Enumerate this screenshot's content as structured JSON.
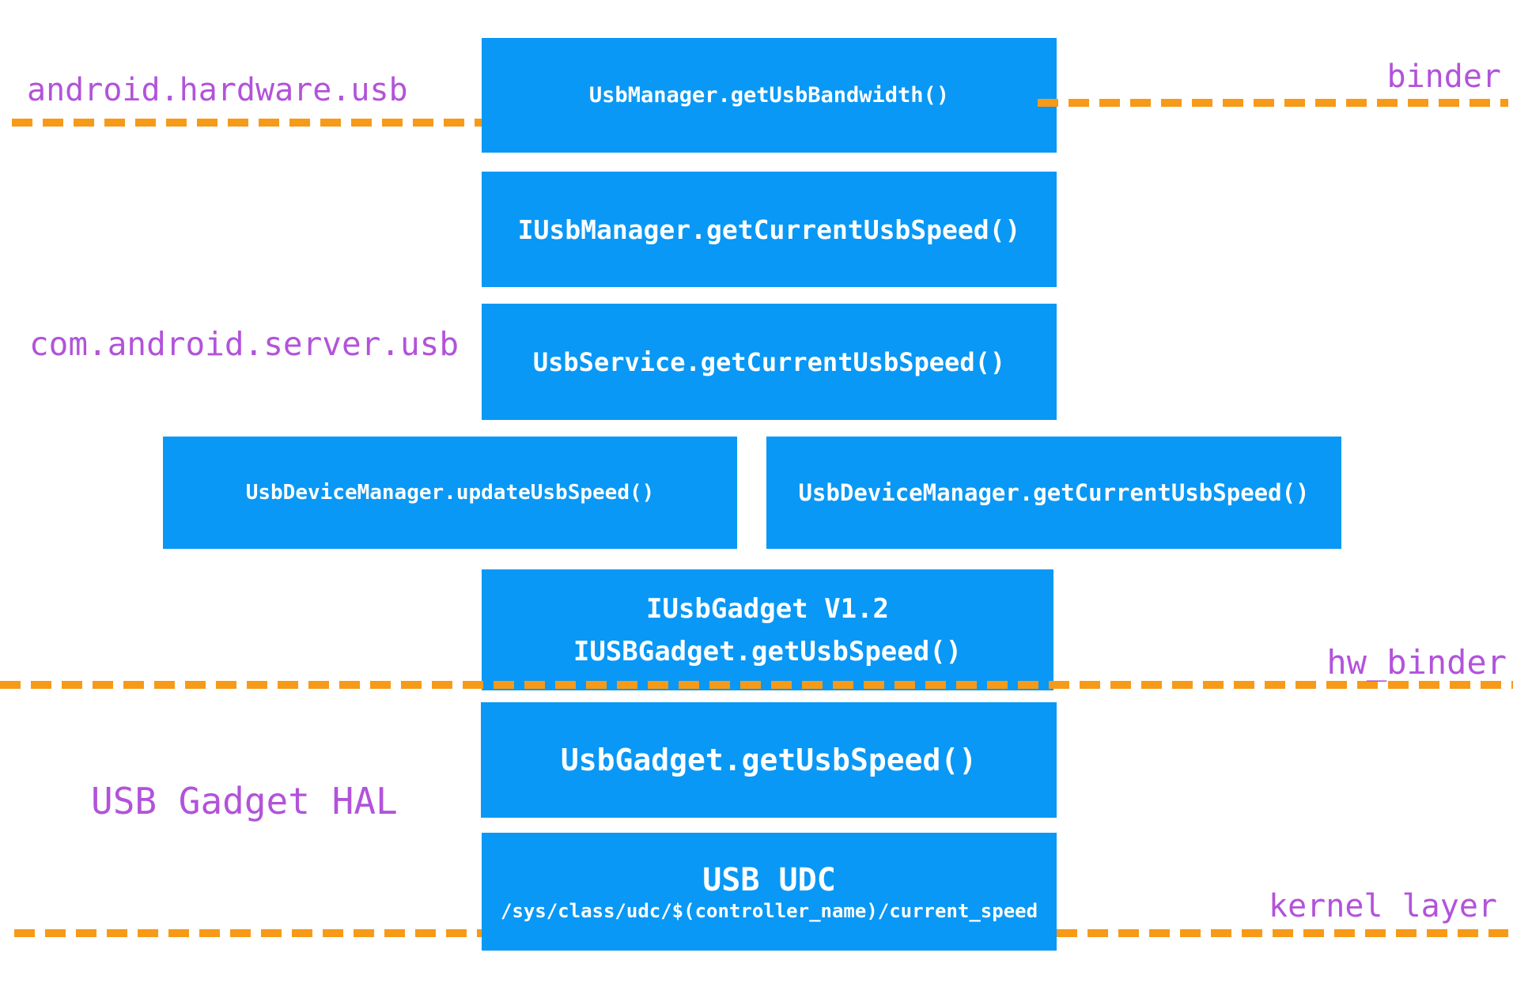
{
  "colors": {
    "box_blue": "#0998F5",
    "dash_orange": "#F79A18",
    "label_purple": "#B253DA",
    "box_text_white": "#FFFFFF",
    "background": "#FFFFFF"
  },
  "labels": {
    "android_hardware_usb": "android.hardware.usb",
    "binder": "binder",
    "com_android_server_usb": "com.android.server.usb",
    "hw_binder": "hw_binder",
    "usb_gadget_hal": "USB Gadget HAL",
    "kernel_layer": "kernel layer"
  },
  "boxes": {
    "usb_manager": "UsbManager.getUsbBandwidth()",
    "iusb_manager": "IUsbManager.getCurrentUsbSpeed()",
    "usb_service": "UsbService.getCurrentUsbSpeed()",
    "usb_device_manager_update": "UsbDeviceManager.updateUsbSpeed()",
    "usb_device_manager_get": "UsbDeviceManager.getCurrentUsbSpeed()",
    "iusb_gadget_line1": "IUsbGadget V1.2",
    "iusb_gadget_line2": "IUSBGadget.getUsbSpeed()",
    "usb_gadget": "UsbGadget.getUsbSpeed()",
    "usb_udc_title": "USB UDC",
    "usb_udc_path": "/sys/class/udc/$(controller_name)/current_speed"
  }
}
